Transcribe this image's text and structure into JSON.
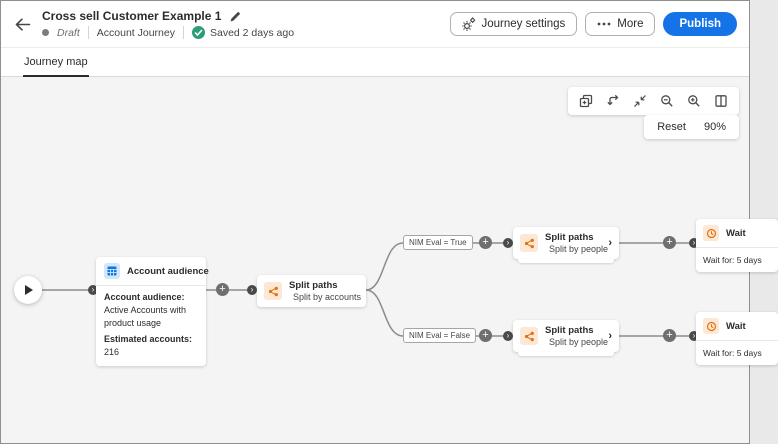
{
  "header": {
    "title": "Cross sell Customer Example 1",
    "status": "Draft",
    "journey_type": "Account Journey",
    "saved": "Saved 2 days ago",
    "buttons": {
      "journey_settings": "Journey settings",
      "more": "More",
      "publish": "Publish"
    }
  },
  "tabs": {
    "journey_map": "Journey map"
  },
  "canvas_toolbar": {
    "reset": "Reset",
    "zoom_level": "90%"
  },
  "nodes": {
    "account_audience": {
      "title": "Account audience",
      "desc_label": "Account audience:",
      "desc_value": " Active Accounts with product usage",
      "estimate_label": "Estimated accounts:",
      "estimate_value": " 216"
    },
    "split_accounts": {
      "title": "Split paths",
      "subtitle": "Split by accounts"
    },
    "split_people": {
      "title": "Split paths",
      "subtitle": "Split by people"
    },
    "wait": {
      "title": "Wait",
      "body": "Wait for: 5 days"
    },
    "branch_labels": {
      "true": "NIM Eval = True",
      "false": "NIM Eval = False"
    }
  },
  "colors": {
    "accent_blue": "#1473e6",
    "success_green": "#2d9d78",
    "node_orange": "#e8700a",
    "canvas_bg": "#f4f4f4",
    "edge_gray": "#8c8c8c"
  }
}
